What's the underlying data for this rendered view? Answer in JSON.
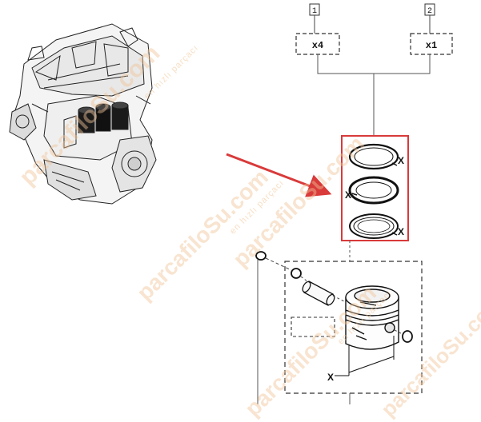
{
  "callouts": [
    {
      "number": "1",
      "qty": "x4"
    },
    {
      "number": "2",
      "qty": "x1"
    }
  ],
  "ring_marks": [
    "X",
    "X",
    "X"
  ],
  "piston_mark": "X",
  "watermark": {
    "domain": "parcafiloSu.com",
    "tagline": "en hızlı parçacı"
  },
  "colors": {
    "highlight_box": "#d93a3a",
    "arrow": "#d93a3a",
    "line": "#333333",
    "watermark": "#f0c496"
  }
}
